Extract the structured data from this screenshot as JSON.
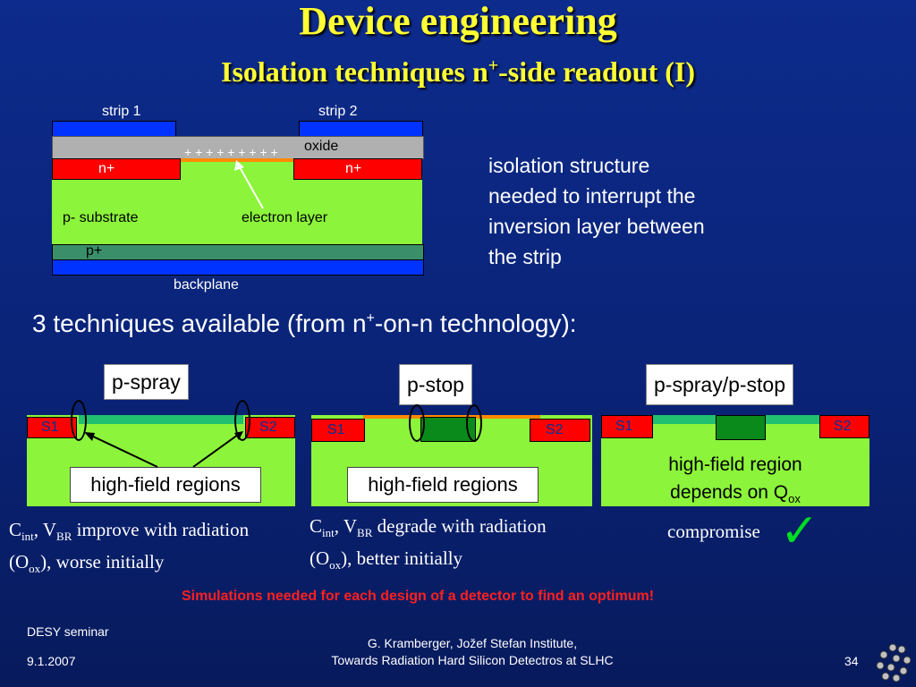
{
  "title": "Device engineering",
  "subtitle": {
    "main": "Isolation techniques n",
    "sup": "+",
    "rest": "-side readout (I)"
  },
  "diagram": {
    "strip1": "strip 1",
    "strip2": "strip 2",
    "oxide": "oxide",
    "plus_signs": "+ + + + + + + + +",
    "n_left": "n+",
    "n_right": "n+",
    "p_substrate": "p- substrate",
    "electron_layer": "electron layer",
    "p_plus": "p+",
    "backplane": "backplane"
  },
  "isolation_note": [
    "isolation structure",
    "needed to interrupt the",
    "inversion layer between",
    "the strip"
  ],
  "techniques_heading": {
    "pre": "3 techniques available (from n",
    "sup": "+",
    "post": "-on-n technology):"
  },
  "panels": [
    {
      "label": "p-spray",
      "s1": "S1",
      "s2": "S2",
      "inner": "high-field regions",
      "note_line1_a": "C",
      "note_line1_a_sub": "int",
      "note_line1_b": ", V",
      "note_line1_b_sub": "BR",
      "note_line1_c": " improve with radiation",
      "note_line2_a": "(O",
      "note_line2_a_sub": "ox",
      "note_line2_b": "), worse initially"
    },
    {
      "label": "p-stop",
      "s1": "S1",
      "s2": "S2",
      "inner": "high-field regions",
      "note_line1_a": "C",
      "note_line1_a_sub": "int",
      "note_line1_b": ", V",
      "note_line1_b_sub": "BR",
      "note_line1_c": " degrade with radiation",
      "note_line2_a": "(O",
      "note_line2_a_sub": "ox",
      "note_line2_b": "), better initially"
    },
    {
      "label": "p-spray/p-stop",
      "s1": "S1",
      "s2": "S2",
      "inner_line1": "high-field region",
      "inner_line2": "depends on Q",
      "inner_sub": "ox",
      "note": "compromise",
      "check": "✓"
    }
  ],
  "simulation_note": "Simulations needed for each design of a detector to find an optimum!",
  "footer": {
    "seminar": "DESY seminar",
    "date": "9.1.2007",
    "author": "G. Kramberger, Jožef Stefan Institute,",
    "talk": "Towards Radiation Hard Silicon Detectros at SLHC",
    "page": "34"
  },
  "colors": {
    "title": "#ffff33",
    "n_plus": "#ff0000",
    "substrate": "#8cf43a",
    "strip": "#0033ff",
    "oxide": "#b0b0b0",
    "simulation_text": "#ff2020"
  }
}
